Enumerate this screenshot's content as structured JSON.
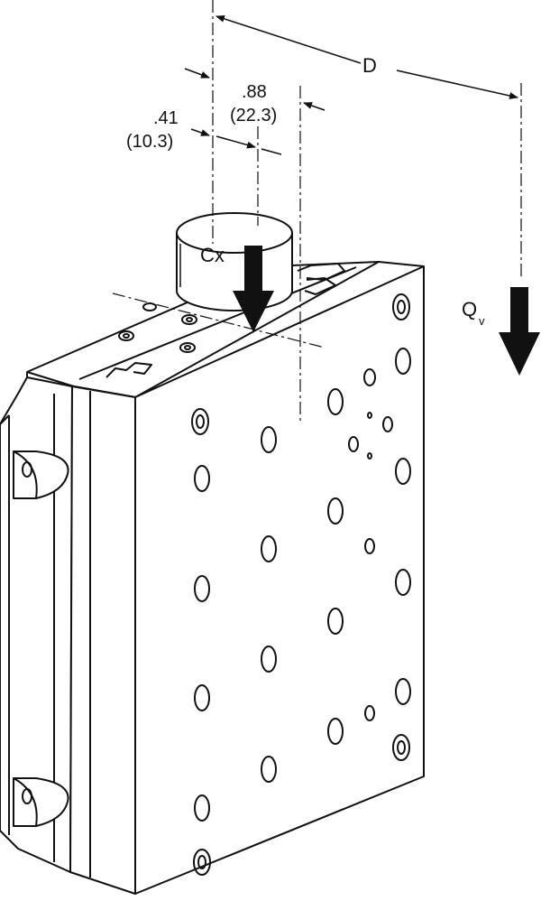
{
  "labels": {
    "dim_d": "D",
    "dim_088_in": ".88",
    "dim_088_mm": "(22.3)",
    "dim_041_in": ".41",
    "dim_041_mm": "(10.3)",
    "force_cx": "Cx",
    "force_qv_main": "Q",
    "force_qv_sub": "v"
  },
  "colors": {
    "ink": "#111111",
    "paper": "#ffffff"
  },
  "icons": [
    "force-arrow-icon",
    "dimension-arrow-icon",
    "mounting-hole-icon",
    "counterbore-hole-icon"
  ]
}
